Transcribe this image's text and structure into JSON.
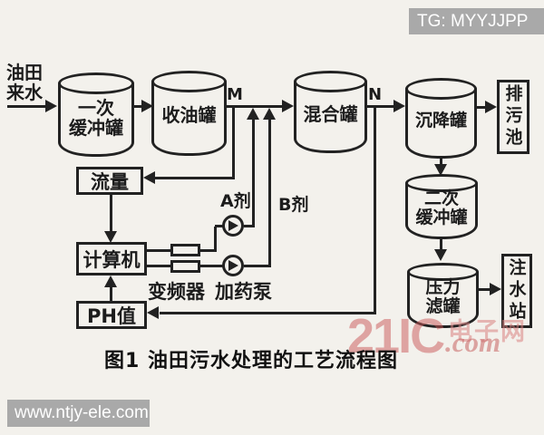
{
  "badge": {
    "text": "TG: MYYJJPP"
  },
  "diagram": {
    "source": {
      "line1": "油田",
      "line2": "来水"
    },
    "tanks": {
      "buffer1": {
        "line1": "一次",
        "line2": "缓冲罐"
      },
      "oil_collect": {
        "label": "收油罐"
      },
      "mixing": {
        "label": "混合罐"
      },
      "settling": {
        "label": "沉降罐"
      },
      "buffer2": {
        "line1": "二次",
        "line2": "缓冲罐"
      },
      "pressure_filter": {
        "line1": "压力",
        "line2": "滤罐"
      }
    },
    "endpoints": {
      "drain_pool": {
        "label": "排污池"
      },
      "injection_station": {
        "label": "注水站"
      }
    },
    "control_boxes": {
      "flow_meter": {
        "label": "流量"
      },
      "computer": {
        "label": "计算机"
      },
      "ph_meter": {
        "label": "PH值"
      }
    },
    "labels": {
      "point_m": "M",
      "point_n": "N",
      "agent_a": "A剂",
      "agent_b": "B剂",
      "inverter": "变频器",
      "dosing_pump": "加药泵"
    }
  },
  "caption": {
    "text": "图1  油田污水处理的工艺流程图"
  },
  "watermark": {
    "big": "21IC",
    "overlay": "电子网",
    "suffix": ".com"
  },
  "footer": {
    "url": "www.ntjy-ele.com"
  },
  "colors": {
    "ink": "#222222",
    "paper": "#f3f1ec",
    "badge_bg": "#a9a9a9",
    "watermark_pink": "#d98080"
  }
}
